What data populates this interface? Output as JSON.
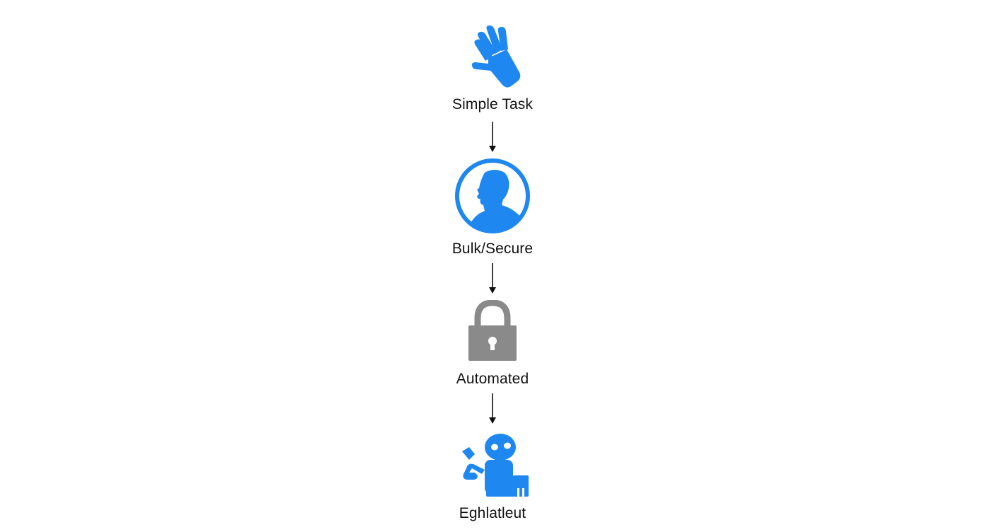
{
  "colors": {
    "accent": "#1e88f0",
    "lock": "#8a8a8a",
    "text": "#111111",
    "arrow": "#111111"
  },
  "steps": [
    {
      "label": "Simple Task",
      "icon": "hand-icon"
    },
    {
      "label": "Bulk/Secure",
      "icon": "person-silhouette-icon"
    },
    {
      "label": "Automated",
      "icon": "lock-icon"
    },
    {
      "label": "Eghlatleut",
      "icon": "robot-icon"
    }
  ]
}
